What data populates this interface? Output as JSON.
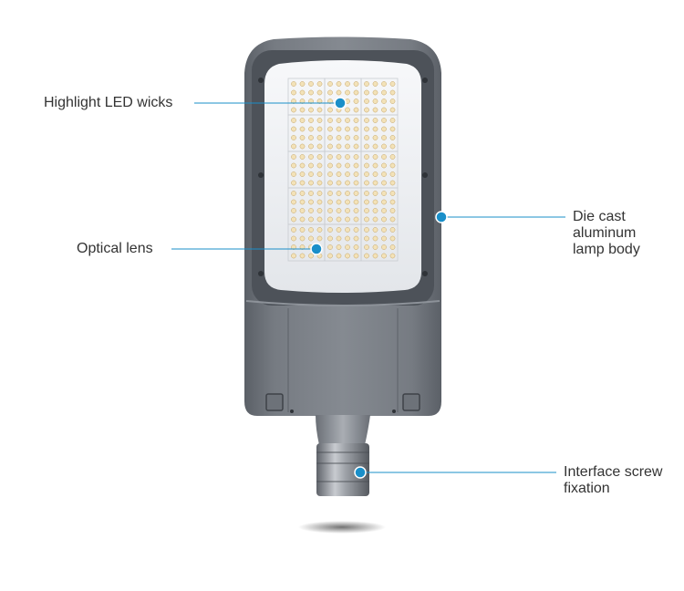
{
  "callouts": {
    "highlight_led": "Highlight LED wicks",
    "optical_lens": "Optical lens",
    "lamp_body": "Die cast\naluminum\nlamp body",
    "screw_fixation": "Interface screw\nfixation"
  },
  "colors": {
    "callout_line": "#1a8fc9",
    "callout_dot": "#1a8fc9",
    "label_text": "#333333",
    "housing_dark": "#5a5f66",
    "housing_mid": "#7c8189",
    "panel_light": "#eef0f3",
    "led_warm": "#f3e2b8"
  }
}
